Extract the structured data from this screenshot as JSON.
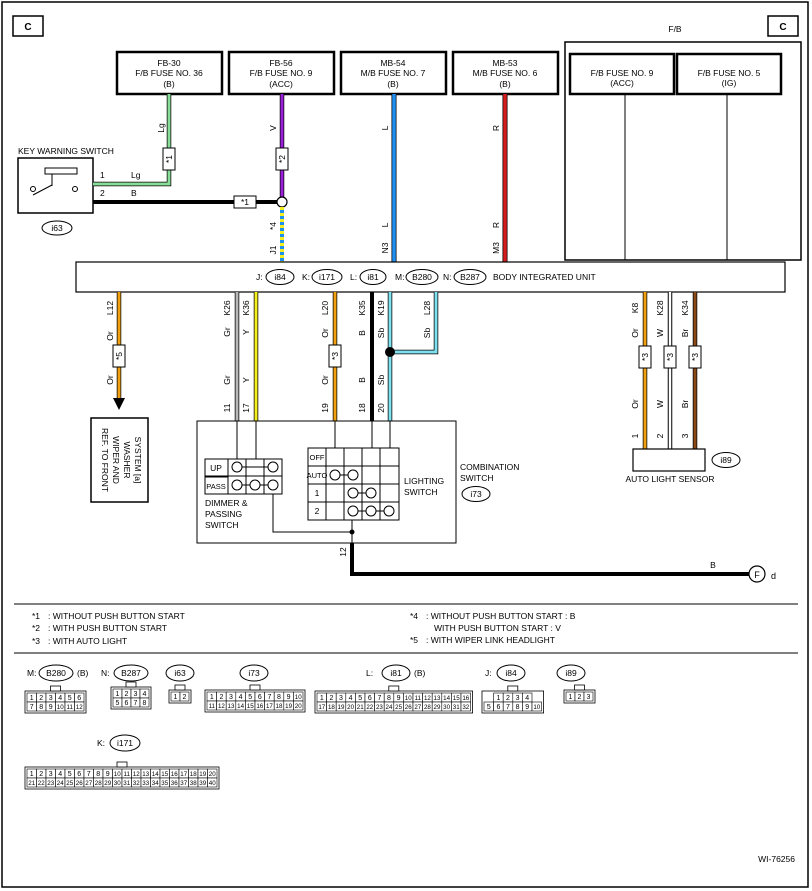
{
  "page_marks": {
    "left_c": "C",
    "right_c": "C",
    "fb_label": "F/B",
    "code": "WI-76256"
  },
  "fuses": {
    "fb30": {
      "id": "FB-30",
      "name": "F/B FUSE NO. 36",
      "tag": "(B)"
    },
    "fb56": {
      "id": "FB-56",
      "name": "F/B FUSE NO. 9",
      "tag": "(ACC)"
    },
    "mb54": {
      "id": "MB-54",
      "name": "M/B FUSE NO. 7",
      "tag": "(B)"
    },
    "mb53": {
      "id": "MB-53",
      "name": "M/B FUSE NO. 6",
      "tag": "(B)"
    },
    "fb9": {
      "name": "F/B FUSE NO. 9",
      "tag": "(ACC)"
    },
    "fb5": {
      "name": "F/B FUSE NO. 5",
      "tag": "(IG)"
    }
  },
  "key_switch": {
    "title": "KEY WARNING SWITCH",
    "conn": "i63",
    "pin1": "1",
    "pin2": "2",
    "w1": "Lg",
    "w2": "B"
  },
  "wire_labels": {
    "lg_top": "Lg",
    "v_top": "V",
    "l_top": "L",
    "r_top": "R",
    "l_mid": "L",
    "r_mid": "R",
    "n3": "N3",
    "m3": "M3",
    "j1": "J1",
    "l12": "L12",
    "or_a": "Or",
    "or_b": "Or",
    "k26": "K26",
    "gr_a": "Gr",
    "gr_b": "Gr",
    "k36": "K36",
    "y_a": "Y",
    "y_b": "Y",
    "p11": "11",
    "p17": "17",
    "l20": "L20",
    "or_c": "Or",
    "or_d": "Or",
    "p19": "19",
    "k35": "K35",
    "b_a": "B",
    "b_b": "B",
    "p18": "18",
    "k19": "K19",
    "sb_a": "Sb",
    "sb_b": "Sb",
    "p20": "20",
    "l28": "L28",
    "sb_c": "Sb",
    "k8": "K8",
    "or_e": "Or",
    "or_f": "Or",
    "p1": "1",
    "k28": "K28",
    "w_a": "W",
    "w_b": "W",
    "p2": "2",
    "k34": "K34",
    "br_a": "Br",
    "br_b": "Br",
    "p3": "3",
    "p12": "12",
    "b_ground": "B"
  },
  "stars": {
    "s1": "*1",
    "s2": "*2",
    "s3": "*3",
    "s4": "*4",
    "s5": "*5"
  },
  "biu": {
    "title": "BODY INTEGRATED UNIT",
    "conns": [
      {
        "prefix": "J:",
        "conn": "i84"
      },
      {
        "prefix": "K:",
        "conn": "i171"
      },
      {
        "prefix": "L:",
        "conn": "i81"
      },
      {
        "prefix": "M:",
        "conn": "B280"
      },
      {
        "prefix": "N:",
        "conn": "B287"
      }
    ]
  },
  "ref_box": {
    "line1": "REF. TO FRONT",
    "line2": "WIPER AND",
    "line3": "WASHER",
    "line4": "SYSTEM [a]"
  },
  "combo": {
    "title1": "COMBINATION",
    "title2": "SWITCH",
    "conn": "i73",
    "dimmer1": "DIMMER &",
    "dimmer2": "PASSING",
    "dimmer3": "SWITCH",
    "up": "UP",
    "pass": "PASS",
    "lighting1": "LIGHTING",
    "lighting2": "SWITCH",
    "off": "OFF",
    "auto": "AUTO",
    "pos1": "1",
    "pos2": "2"
  },
  "auto_sensor": {
    "title": "AUTO LIGHT SENSOR",
    "conn": "i89"
  },
  "ground": {
    "letter": "F",
    "sub": "d"
  },
  "legend": {
    "n1_mark": "*1",
    "n1_text": ": WITHOUT PUSH BUTTON START",
    "n2_mark": "*2",
    "n2_text": ": WITH PUSH BUTTON START",
    "n3_mark": "*3",
    "n3_text": ": WITH AUTO LIGHT",
    "n4_mark": "*4",
    "n4_text": ": WITHOUT PUSH BUTTON START : B",
    "n4_text2": "WITH PUSH BUTTON START : V",
    "n5_mark": "*5",
    "n5_text": ": WITH WIPER LINK HEADLIGHT"
  },
  "connectors": {
    "b280": {
      "prefix": "M:",
      "name": "B280",
      "tag": "(B)",
      "row1": [
        "1",
        "2",
        "3",
        "4",
        "5",
        "6"
      ],
      "row2": [
        "7",
        "8",
        "9",
        "10",
        "11",
        "12"
      ]
    },
    "b287": {
      "prefix": "N:",
      "name": "B287",
      "row1": [
        "1",
        "2",
        "3",
        "4"
      ],
      "row2": [
        "5",
        "6",
        "7",
        "8"
      ]
    },
    "i63": {
      "name": "i63",
      "row1": [
        "1",
        "2"
      ]
    },
    "i73": {
      "name": "i73",
      "row1": [
        "1",
        "2",
        "3",
        "4",
        "5",
        "6",
        "7",
        "8",
        "9",
        "10"
      ],
      "row2": [
        "11",
        "12",
        "13",
        "14",
        "15",
        "16",
        "17",
        "18",
        "19",
        "20"
      ]
    },
    "i81": {
      "prefix": "L:",
      "name": "i81",
      "tag": "(B)",
      "row1": [
        "1",
        "2",
        "3",
        "4",
        "5",
        "6",
        "7",
        "8",
        "9",
        "10",
        "11",
        "12",
        "13",
        "14",
        "15",
        "16"
      ],
      "row2": [
        "17",
        "18",
        "19",
        "20",
        "21",
        "22",
        "23",
        "24",
        "25",
        "26",
        "27",
        "28",
        "29",
        "30",
        "31",
        "32"
      ]
    },
    "i84": {
      "prefix": "J:",
      "name": "i84",
      "row1": [
        "1",
        "2",
        "3",
        "4"
      ],
      "row2": [
        "5",
        "6",
        "7",
        "8",
        "9",
        "10"
      ]
    },
    "i89": {
      "name": "i89",
      "row1": [
        "1",
        "2",
        "3"
      ]
    },
    "i171": {
      "prefix": "K:",
      "name": "i171",
      "row1": [
        "1",
        "2",
        "3",
        "4",
        "5",
        "6",
        "7",
        "8",
        "9",
        "10",
        "11",
        "12",
        "13",
        "14",
        "15",
        "16",
        "17",
        "18",
        "19",
        "20"
      ],
      "row2": [
        "21",
        "22",
        "23",
        "24",
        "25",
        "26",
        "27",
        "28",
        "29",
        "30",
        "31",
        "32",
        "33",
        "34",
        "35",
        "36",
        "37",
        "38",
        "39",
        "40"
      ]
    }
  },
  "colors": {
    "lg": "#88dd99",
    "v": "#9b1ed8",
    "l": "#1f8ff0",
    "r": "#d41c1c",
    "or": "#f0a010",
    "gr": "#b8b8b8",
    "y": "#f5ee20",
    "sb": "#7fe0f0",
    "br": "#8a4a16",
    "w": "#ffffff",
    "b": "#000000"
  }
}
